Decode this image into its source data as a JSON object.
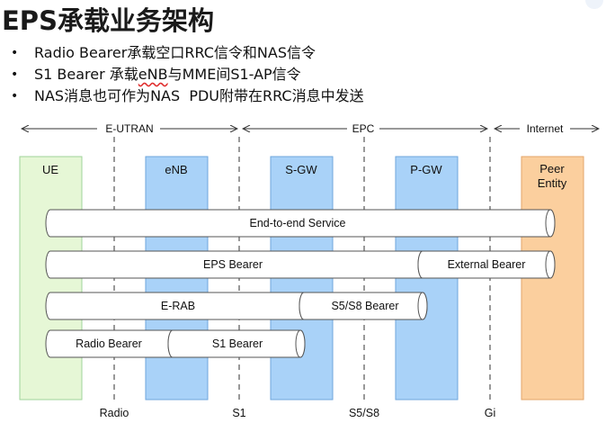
{
  "title": "EPS承载业务架构",
  "bullets": [
    "Radio Bearer承载空口RRC信令和NAS信令",
    "S1 Bearer 承载eNB与MME间S1-AP信令",
    "NAS消息也可作为NAS  PDU附带在RRC消息中发送"
  ],
  "bullet_2_parts": {
    "pre": "S1 Bearer 承载",
    "underlined": "eNB",
    "post": "与MME间S1-AP信令"
  },
  "domains": {
    "eutran": "E-UTRAN",
    "epc": "EPC",
    "internet": "Internet"
  },
  "nodes": {
    "ue": "UE",
    "enb": "eNB",
    "sgw": "S-GW",
    "pgw": "P-GW",
    "peer_line1": "Peer",
    "peer_line2": "Entity"
  },
  "bearers": {
    "end_to_end": "End-to-end Service",
    "eps": "EPS Bearer",
    "external": "External Bearer",
    "erab": "E-RAB",
    "s5s8": "S5/S8 Bearer",
    "radio": "Radio Bearer",
    "s1": "S1 Bearer"
  },
  "interfaces": {
    "radio": "Radio",
    "s1": "S1",
    "s5s8": "S5/S8",
    "gi": "Gi"
  },
  "colors": {
    "ue_fill": "#e6f7d6",
    "ue_stroke": "#9fd39a",
    "core_fill": "#a9d2f8",
    "core_stroke": "#6ea6dc",
    "peer_fill": "#fbcf9e",
    "peer_stroke": "#e3a66a",
    "pipe_fill": "#ffffff",
    "pipe_stroke": "#555555"
  }
}
